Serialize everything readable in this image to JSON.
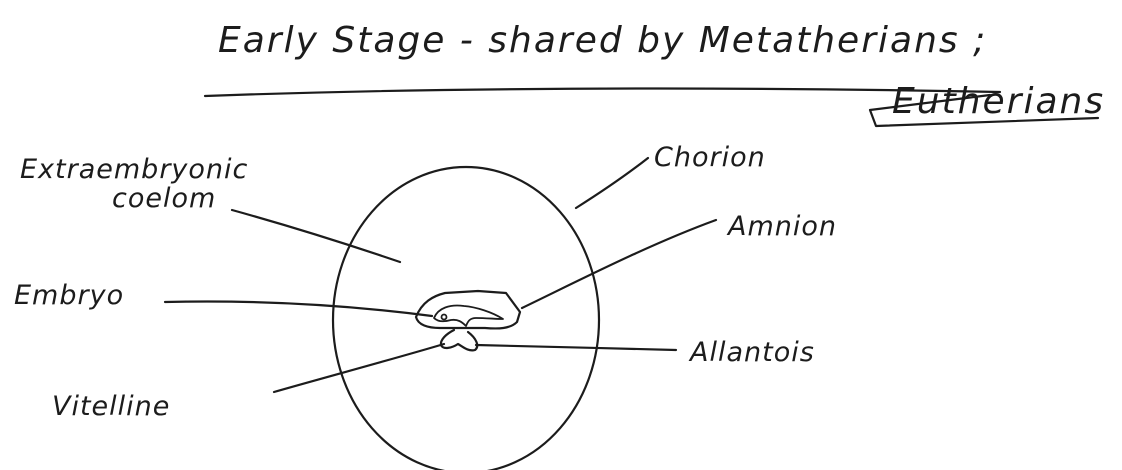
{
  "title": {
    "line1": "Early Stage - shared by Metatherians ;",
    "line2": "Eutherians"
  },
  "labels": {
    "extraembryonic_line1": "Extraembryonic",
    "extraembryonic_line2": "coelom",
    "chorion": "Chorion",
    "amnion": "Amnion",
    "embryo": "Embryo",
    "allantois": "Allantois",
    "vitelline": "Vitelline"
  },
  "colors": {
    "ink": "#1c1c1c",
    "paper": "#ffffff"
  }
}
